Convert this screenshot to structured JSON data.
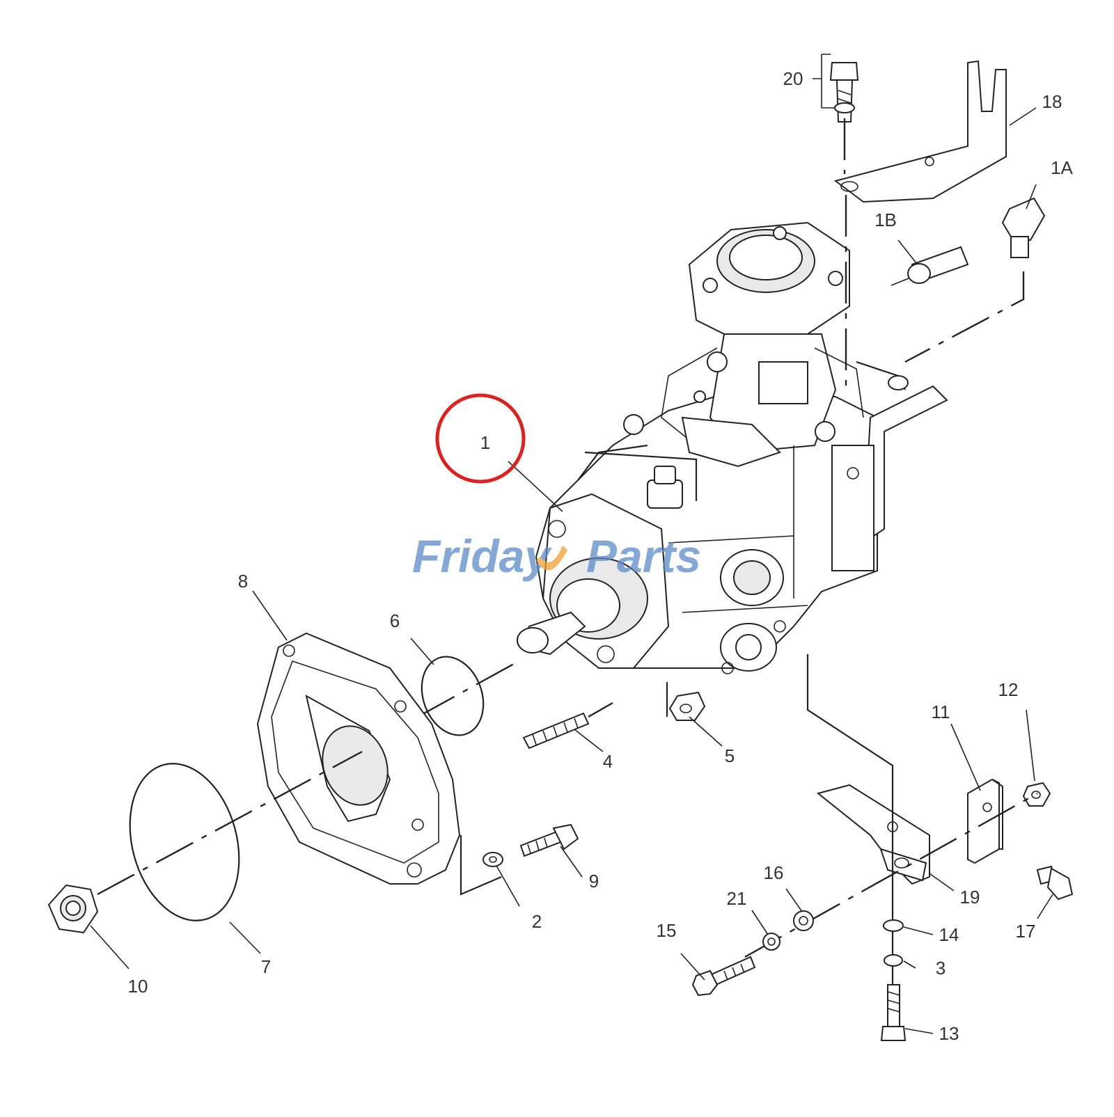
{
  "diagram": {
    "watermark": {
      "text_left": "Friday",
      "text_right": "Parts",
      "color": "#5b8cc8",
      "accent_color": "#f0a030"
    },
    "highlight": {
      "target_callout": "1",
      "color": "#e0201f"
    },
    "callouts": [
      "1",
      "1A",
      "1B",
      "2",
      "3",
      "4",
      "5",
      "6",
      "7",
      "8",
      "9",
      "10",
      "11",
      "12",
      "13",
      "14",
      "15",
      "16",
      "17",
      "18",
      "19",
      "20",
      "21"
    ]
  }
}
